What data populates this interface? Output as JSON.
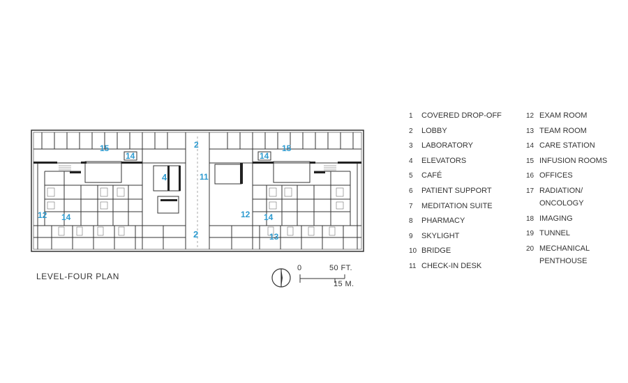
{
  "plan": {
    "title": "LEVEL-FOUR PLAN",
    "tags": [
      {
        "label": "2",
        "name": "tag-lobby-top"
      },
      {
        "label": "15",
        "name": "tag-infusion-left"
      },
      {
        "label": "14",
        "name": "tag-care-left-top"
      },
      {
        "label": "4",
        "name": "tag-elevators"
      },
      {
        "label": "11",
        "name": "tag-check-in"
      },
      {
        "label": "14",
        "name": "tag-care-right-top"
      },
      {
        "label": "15",
        "name": "tag-infusion-right"
      },
      {
        "label": "12",
        "name": "tag-exam-left"
      },
      {
        "label": "14",
        "name": "tag-care-left-bottom"
      },
      {
        "label": "2",
        "name": "tag-lobby-bottom"
      },
      {
        "label": "12",
        "name": "tag-exam-right"
      },
      {
        "label": "14",
        "name": "tag-care-right-bottom"
      },
      {
        "label": "13",
        "name": "tag-team-room"
      }
    ]
  },
  "scale": {
    "zero": "0",
    "feet": "50 FT.",
    "meters": "15 M."
  },
  "legend": {
    "items": [
      {
        "num": "1",
        "label": "COVERED DROP-OFF"
      },
      {
        "num": "2",
        "label": "LOBBY"
      },
      {
        "num": "3",
        "label": "LABORATORY"
      },
      {
        "num": "4",
        "label": "ELEVATORS"
      },
      {
        "num": "5",
        "label": "CAFÉ"
      },
      {
        "num": "6",
        "label": "PATIENT SUPPORT"
      },
      {
        "num": "7",
        "label": "MEDITATION SUITE"
      },
      {
        "num": "8",
        "label": "PHARMACY"
      },
      {
        "num": "9",
        "label": "SKYLIGHT"
      },
      {
        "num": "10",
        "label": "BRIDGE"
      },
      {
        "num": "11",
        "label": "CHECK-IN DESK"
      },
      {
        "num": "12",
        "label": "EXAM ROOM"
      },
      {
        "num": "13",
        "label": "TEAM ROOM"
      },
      {
        "num": "14",
        "label": "CARE STATION"
      },
      {
        "num": "15",
        "label": "INFUSION ROOMS"
      },
      {
        "num": "16",
        "label": "OFFICES"
      },
      {
        "num": "17",
        "label": "RADIATION/"
      },
      {
        "num": "",
        "label": "ONCOLOGY"
      },
      {
        "num": "18",
        "label": "IMAGING"
      },
      {
        "num": "19",
        "label": "TUNNEL"
      },
      {
        "num": "20",
        "label": "MECHANICAL"
      },
      {
        "num": "",
        "label": "PENTHOUSE"
      }
    ]
  },
  "colors": {
    "tag": "#2e9bd0",
    "line": "#333333"
  }
}
